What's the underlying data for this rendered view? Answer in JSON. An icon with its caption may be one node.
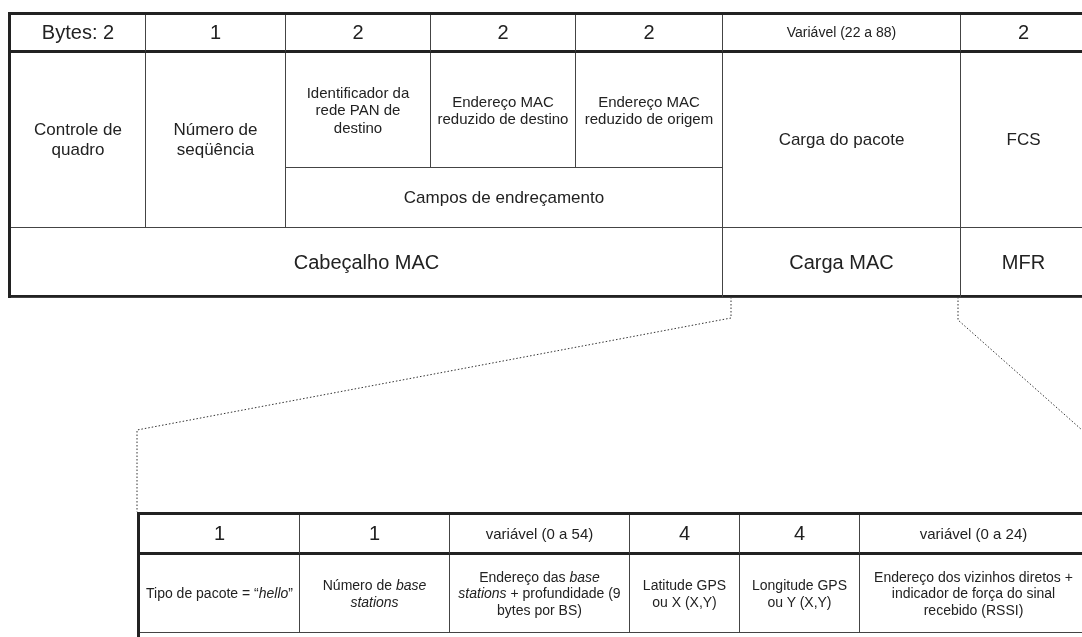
{
  "diagram": {
    "labels": [
      "Bytes: 2",
      "1",
      "2",
      "2",
      "2",
      "Variável (22 a 88)",
      "2",
      "Controle de quadro",
      "Número de seqüência",
      "Identificador da rede PAN de destino",
      "Endereço MAC reduzido de destino",
      "Endereço MAC reduzido de origem",
      "Carga do pacote",
      "FCS",
      "Campos de endreçamento",
      "Cabeçalho MAC",
      "Carga MAC",
      "MFR",
      "1",
      "1",
      "variável (0 a 54)",
      "4",
      "4",
      "variável (0 a 24)",
      "Tipo de pacote = “*hello*”",
      "Número de *base stations*",
      "Endereço das *base stations* + profundidade (9 bytes por BS)",
      "Latitude GPS ou X (X,Y)",
      "Longitude GPS ou Y (X,Y)",
      "Endereço dos vizinhos diretos + indicador de força do sinal recebido (RSSI)"
    ]
  }
}
